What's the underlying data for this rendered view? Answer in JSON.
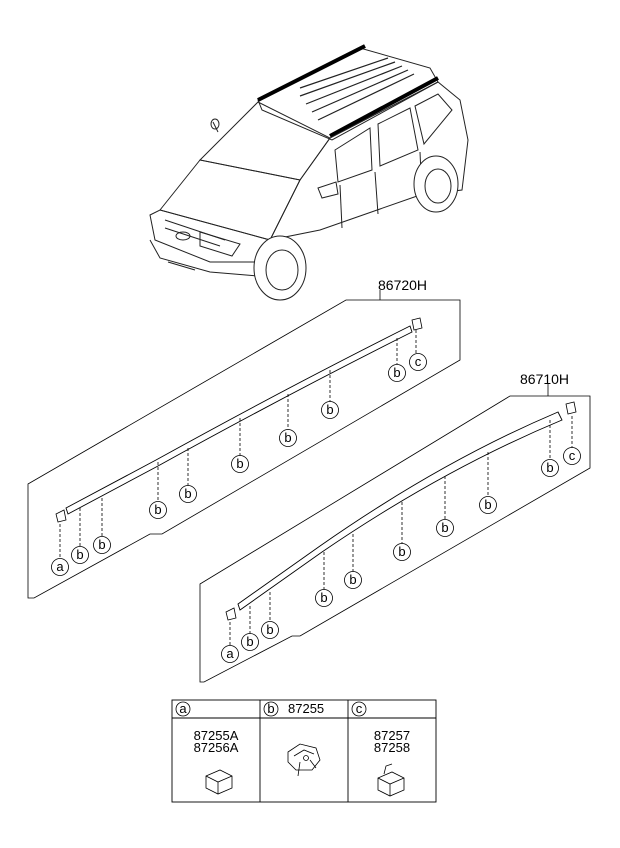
{
  "assemblies": [
    {
      "part_no": "86720H"
    },
    {
      "part_no": "86710H"
    }
  ],
  "callouts": {
    "a": "a",
    "b": "b",
    "c": "c"
  },
  "legend_table": {
    "columns": [
      {
        "key": "a",
        "header_part": "",
        "parts": [
          "87255A",
          "87256A"
        ]
      },
      {
        "key": "b",
        "header_part": "87255",
        "parts": []
      },
      {
        "key": "c",
        "header_part": "",
        "parts": [
          "87257",
          "87258"
        ]
      }
    ]
  }
}
